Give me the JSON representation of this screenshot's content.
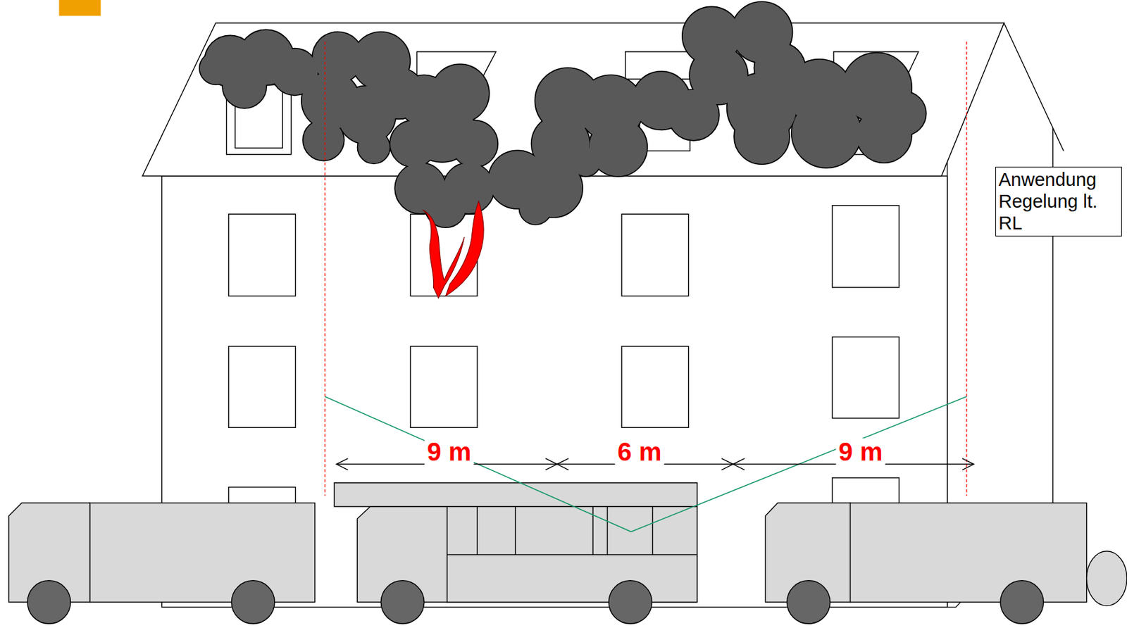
{
  "diagram": {
    "nodes": [
      {
        "text": [
          "Anwendung Regelung lt. RL"
        ]
      }
    ],
    "labels": [
      "9 m",
      "6 m",
      "9 m"
    ]
  }
}
